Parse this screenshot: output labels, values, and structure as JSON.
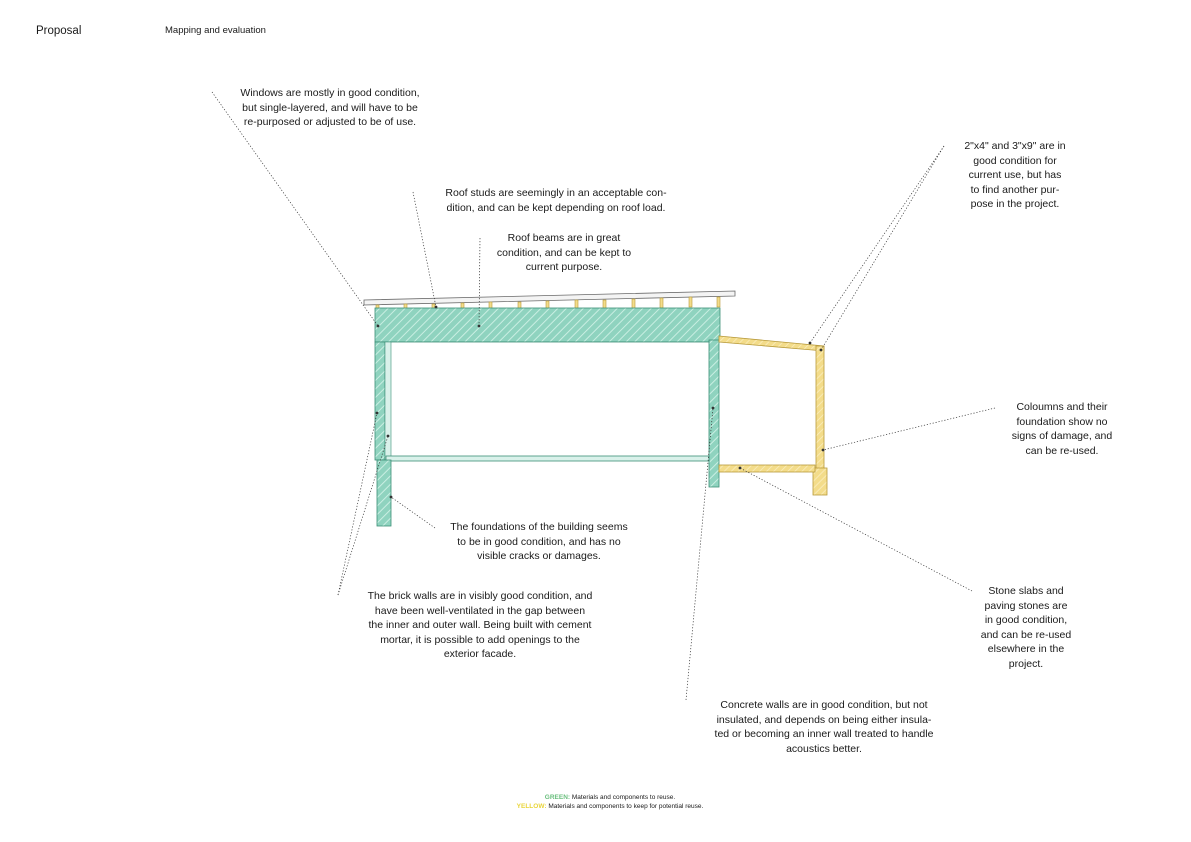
{
  "header": {
    "title": "Proposal",
    "subtitle": "Mapping and evaluation"
  },
  "colors": {
    "green": "#8fd3bf",
    "green_stroke": "#3c8f77",
    "yellow": "#f3dc8a",
    "yellow_stroke": "#b89a3a",
    "legend_green": "#6abf7e",
    "legend_yellow": "#e9d53a"
  },
  "annotations": {
    "windows": "Windows are mostly in good condition,\nbut single-layered, and will have to be\nre-purposed or adjusted to be of use.",
    "roof_studs": "Roof studs are seemingly in an acceptable con-\ndition, and can be kept depending on roof load.",
    "roof_beams": "Roof beams are in great\ncondition, and can be kept to\ncurrent purpose.",
    "timber": "2\"x4\" and 3\"x9\" are in\ngood condition for\ncurrent use, but has\nto find another pur-\npose in the project.",
    "columns": "Coloumns and their\nfoundation show no\nsigns of damage, and\ncan be re-used.",
    "foundations": "The foundations of the building seems\nto be in good condition, and has no\nvisible cracks or damages.",
    "brick_walls": "The brick walls are in visibly good condition, and\nhave been well-ventilated in the gap between\nthe inner and outer wall. Being built with cement\nmortar, it is possible to add openings to the\nexterior facade.",
    "stone_slabs": "Stone slabs and\npaving stones are\nin good condition,\nand can be re-used\nelsewhere in the\nproject.",
    "concrete_walls": "Concrete walls are in good condition, but not\ninsulated, and depends on being either insula-\nted or becoming an inner wall treated to handle\nacoustics better."
  },
  "legend": {
    "green_key": "GREEN:",
    "green_text": "Materials and components to reuse.",
    "yellow_key": "YELLOW:",
    "yellow_text": "Materials and components to keep for potential reuse."
  }
}
